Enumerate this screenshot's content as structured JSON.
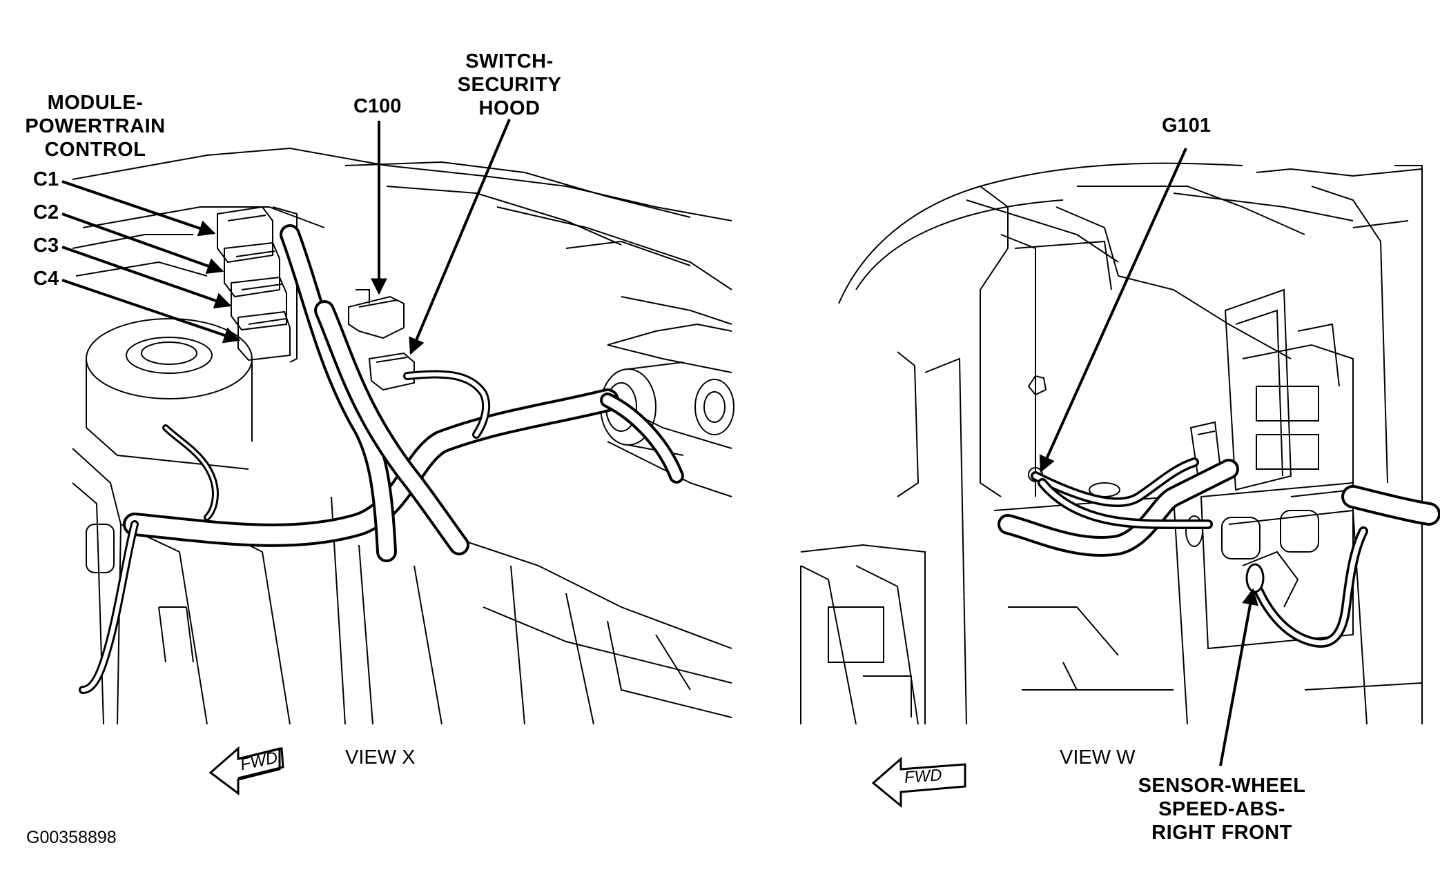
{
  "labels": {
    "module": [
      "MODULE-",
      "POWERTRAIN",
      "CONTROL"
    ],
    "connectors": [
      "C1",
      "C2",
      "C3",
      "C4"
    ],
    "c100": "C100",
    "switch": [
      "SWITCH-",
      "SECURITY",
      "HOOD"
    ],
    "g101": "G101",
    "sensor": [
      "SENSOR-WHEEL",
      "SPEED-ABS-",
      "RIGHT FRONT"
    ]
  },
  "views": {
    "left": "VIEW X",
    "right": "VIEW W"
  },
  "fwd": "FWD",
  "figure_code": "G00358898"
}
